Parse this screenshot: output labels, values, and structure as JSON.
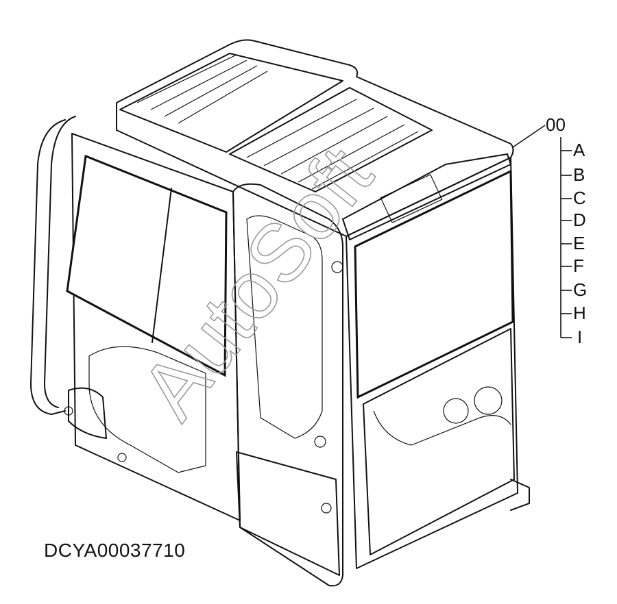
{
  "diagram": {
    "assembly_callout": "00",
    "sub_parts": [
      "A",
      "B",
      "C",
      "D",
      "E",
      "F",
      "G",
      "H",
      "I"
    ],
    "drawing_code": "DCYA00037710",
    "watermark": "AutoSoft",
    "colors": {
      "line": "#111111",
      "background": "#ffffff",
      "watermark": "#9a9a9a"
    }
  }
}
